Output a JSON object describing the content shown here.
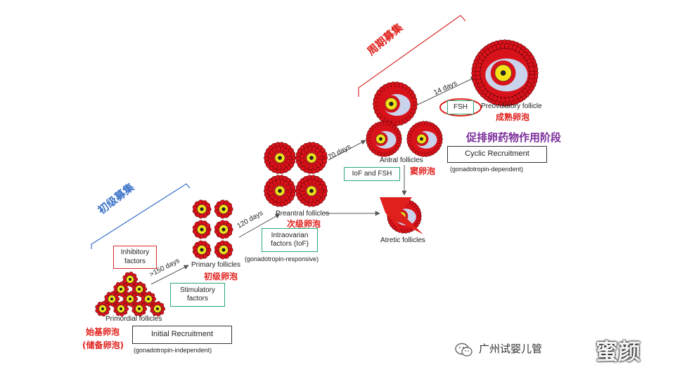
{
  "labels": {
    "primordial": "Primordial follicles",
    "primordial_cn_1": "始基卵泡",
    "primordial_cn_2": "(储备卵泡)",
    "primary": "Primary follicles",
    "primary_cn": "初级卵泡",
    "preantral": "Preantral follicles",
    "preantral_cn": "次级卵泡",
    "antral": "Antral follicles",
    "antral_cn": "窦卵泡",
    "preovulatory": "Preovulatory follicle",
    "preovulatory_cn": "成熟卵泡",
    "atretic": "Atretic follicles",
    "initial_recruitment_cn": "初级募集",
    "cyclic_recruitment_cn": "周期募集",
    "ovulation_stage_cn": "促排卵药物作用阶段"
  },
  "boxes": {
    "inhibitory": "Inhibitory factors",
    "stimulatory": "Stimulatory factors",
    "intraovarian": "Intraovarian factors (IoF)",
    "iof_fsh": "IoF and FSH",
    "fsh": "FSH",
    "initial": "Initial Recruitment",
    "cyclic": "Cyclic Recruitment"
  },
  "notes": {
    "independent": "(gonadotropin-independent)",
    "responsive": "(gonadotropin-responsive)",
    "dependent": "(gonadotropin-dependent)"
  },
  "arrows": {
    "d150": ">150 days",
    "d120": "120 days",
    "d70": "70 days",
    "d14": "14 days"
  },
  "watermark": {
    "account": "广州试婴儿管",
    "stamp": "蜜颜"
  },
  "colors": {
    "follicle_red": "#d8121b",
    "oocyte_yellow": "#f2e21a",
    "antrum_blue": "#c9d4ec",
    "initial_label_blue": "#3b74c8",
    "stage_label_purple": "#7a2d9a"
  }
}
